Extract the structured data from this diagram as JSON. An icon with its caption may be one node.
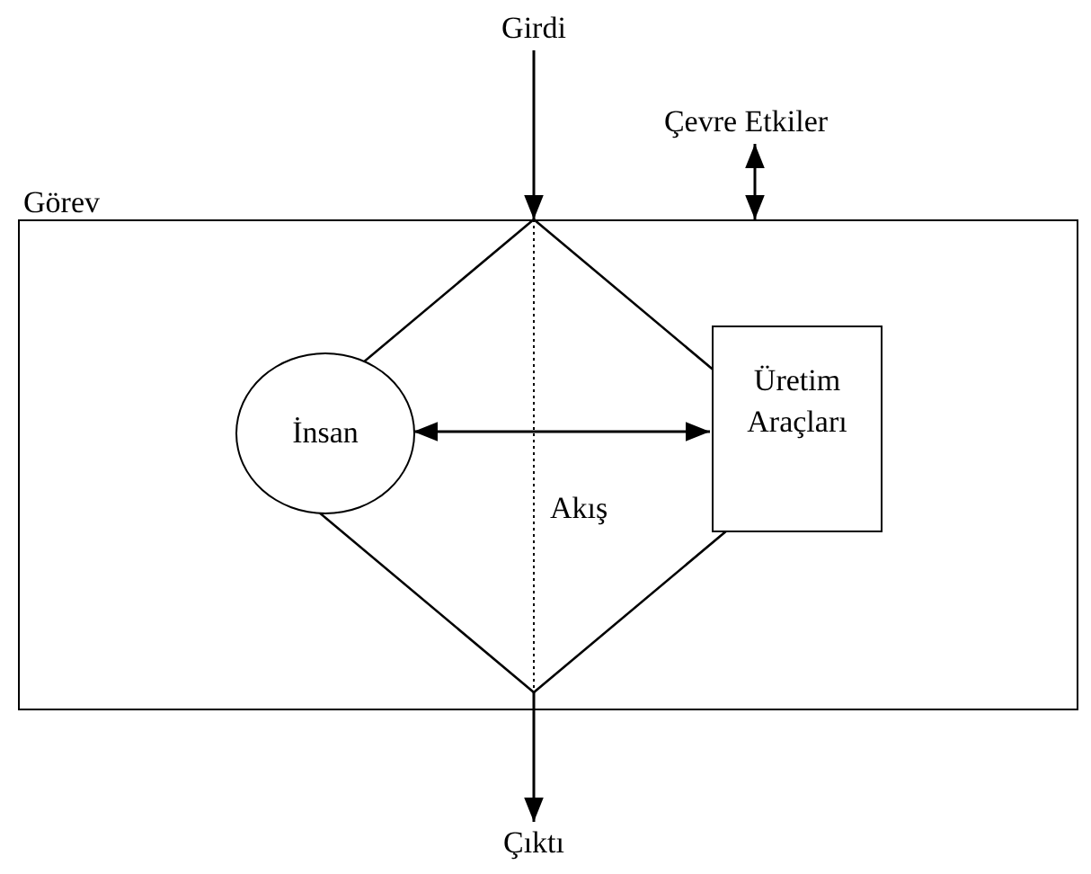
{
  "diagram": {
    "nodes": [
      {
        "text": [
          "Görev"
        ]
      },
      {
        "text": [
          "Girdi"
        ]
      },
      {
        "text": [
          "Çevre Etkiler"
        ]
      },
      {
        "text": [
          "İnsan"
        ],
        "in": 0
      },
      {
        "text": [
          "Üretim Araçları"
        ],
        "in": 0
      },
      {
        "text": [
          "Çıktı"
        ]
      }
    ],
    "edges": [
      {
        "from": 1,
        "to": 0,
        "arrow": "to"
      },
      {
        "from": 2,
        "to": 0,
        "arrow": "both"
      },
      {
        "from": 3,
        "to": 4,
        "arrow": "both"
      },
      {
        "from": 0,
        "to": 5,
        "arrow": "to"
      }
    ],
    "labels": [
      "Akış"
    ]
  }
}
